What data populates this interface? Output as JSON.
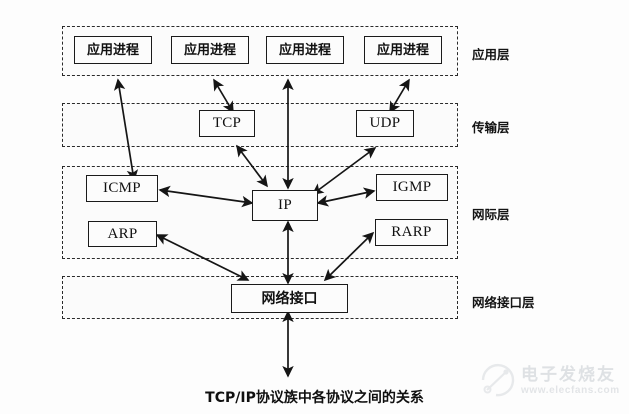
{
  "diagram": {
    "caption": "TCP/IP协议族中各协议之间的关系",
    "layers": [
      {
        "id": "application",
        "label": "应用层"
      },
      {
        "id": "transport",
        "label": "传输层"
      },
      {
        "id": "internet",
        "label": "网际层"
      },
      {
        "id": "netiface",
        "label": "网络接口层"
      }
    ],
    "nodes": {
      "app1": "应用进程",
      "app2": "应用进程",
      "app3": "应用进程",
      "app4": "应用进程",
      "tcp": "TCP",
      "udp": "UDP",
      "icmp": "ICMP",
      "arp": "ARP",
      "ip": "IP",
      "igmp": "IGMP",
      "rarp": "RARP",
      "netiface": "网络接口"
    },
    "connections": [
      {
        "from": "app1",
        "to": "icmp",
        "style": "double"
      },
      {
        "from": "app2",
        "to": "tcp",
        "style": "double"
      },
      {
        "from": "app3",
        "to": "ip",
        "style": "double"
      },
      {
        "from": "app4",
        "to": "udp",
        "style": "double"
      },
      {
        "from": "tcp",
        "to": "ip",
        "style": "double"
      },
      {
        "from": "udp",
        "to": "ip",
        "style": "double"
      },
      {
        "from": "icmp",
        "to": "ip",
        "style": "double"
      },
      {
        "from": "igmp",
        "to": "ip",
        "style": "double"
      },
      {
        "from": "arp",
        "to": "netiface",
        "style": "double"
      },
      {
        "from": "rarp",
        "to": "netiface",
        "style": "double"
      },
      {
        "from": "ip",
        "to": "netiface",
        "style": "double"
      },
      {
        "from": "netiface",
        "to": "medium",
        "style": "double"
      }
    ],
    "colors": {
      "line": "#151515",
      "box_border": "#1a1a1a",
      "box_fill": "#fcfcfc",
      "band_border": "#2a2a2a",
      "band_fill": "#fbfbfb",
      "background": "#fdfdfd",
      "text": "#111111"
    }
  },
  "watermark": {
    "text": "电子发烧友",
    "url": "www.elecfans.com"
  }
}
